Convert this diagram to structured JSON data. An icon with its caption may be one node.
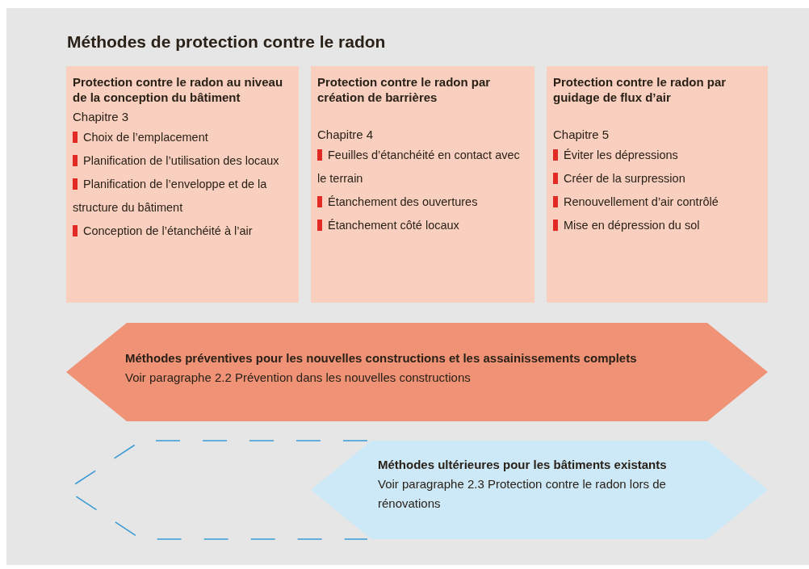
{
  "diagram": {
    "title": "Méthodes de protection contre le radon",
    "nodes": [
      {
        "text": [
          "Protection contre le radon au niveau de la conception du bâtiment",
          "Chapitre 3",
          "Choix de l’emplacement",
          "Planification de l’utilisation des locaux",
          "Planification de l’enveloppe et de la structure du bâtiment",
          "Conception de l’étanchéité à l’air"
        ]
      },
      {
        "text": [
          "Protection contre le radon par création de barrières",
          "Chapitre 4",
          "Feuilles d’étanchéité en contact avec le terrain",
          "Étanchement des ouvertures",
          "Étanchement côté locaux"
        ]
      },
      {
        "text": [
          "Protection contre le radon par guidage de flux d’air",
          "Chapitre 5",
          "Éviter les dépressions",
          "Créer de la surpression",
          "Renouvellement d’air contrôlé",
          "Mise en dépression du sol"
        ]
      },
      {
        "text": [
          "Méthodes préventives pour les nouvelles constructions et les assainissements complets",
          "Voir paragraphe 2.2 Prévention dans les nouvelles constructions"
        ]
      },
      {
        "text": [
          "Méthodes ultérieures pour les bâtiments existants",
          "Voir paragraphe 2.3 Protection contre le radon lors de rénovations"
        ]
      }
    ]
  }
}
